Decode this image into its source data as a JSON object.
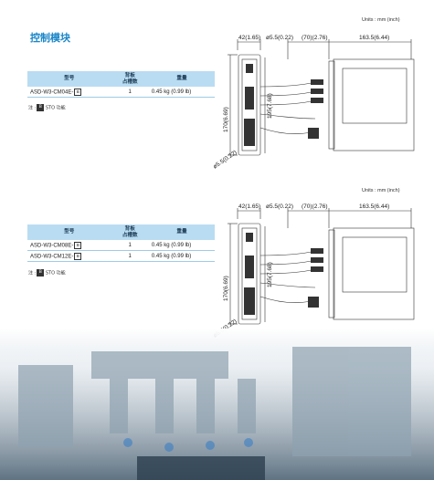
{
  "section_title": "控制模块",
  "units_label": "Units : mm (inch)",
  "table_headers": {
    "model": "型号",
    "slots_line1": "背板",
    "slots_line2": "占槽数",
    "weight": "重量"
  },
  "table1_rows": [
    {
      "model": "ASD-W3-CM04E-",
      "badge": "B",
      "slots": "1",
      "weight": "0.45 kg (0.99 lb)"
    }
  ],
  "table2_rows": [
    {
      "model": "ASD-W3-CM08E-",
      "badge": "B",
      "slots": "1",
      "weight": "0.45 kg (0.99 lb)"
    },
    {
      "model": "ASD-W3-CM12E-",
      "badge": "B",
      "slots": "1",
      "weight": "0.45 kg (0.99 lb)"
    }
  ],
  "note": {
    "prefix": "注 :",
    "badge": "B",
    "text": "STO 功能"
  },
  "dimensions": {
    "width": "42(1.65)",
    "hole_top": "ø5.5(0.22)",
    "offset": "(70)(2.76)",
    "depth": "163.5(6.44)",
    "height": "170(6.69)",
    "pitch": "195(7.68)",
    "hole_bottom": "ø5.5(0.22)"
  }
}
